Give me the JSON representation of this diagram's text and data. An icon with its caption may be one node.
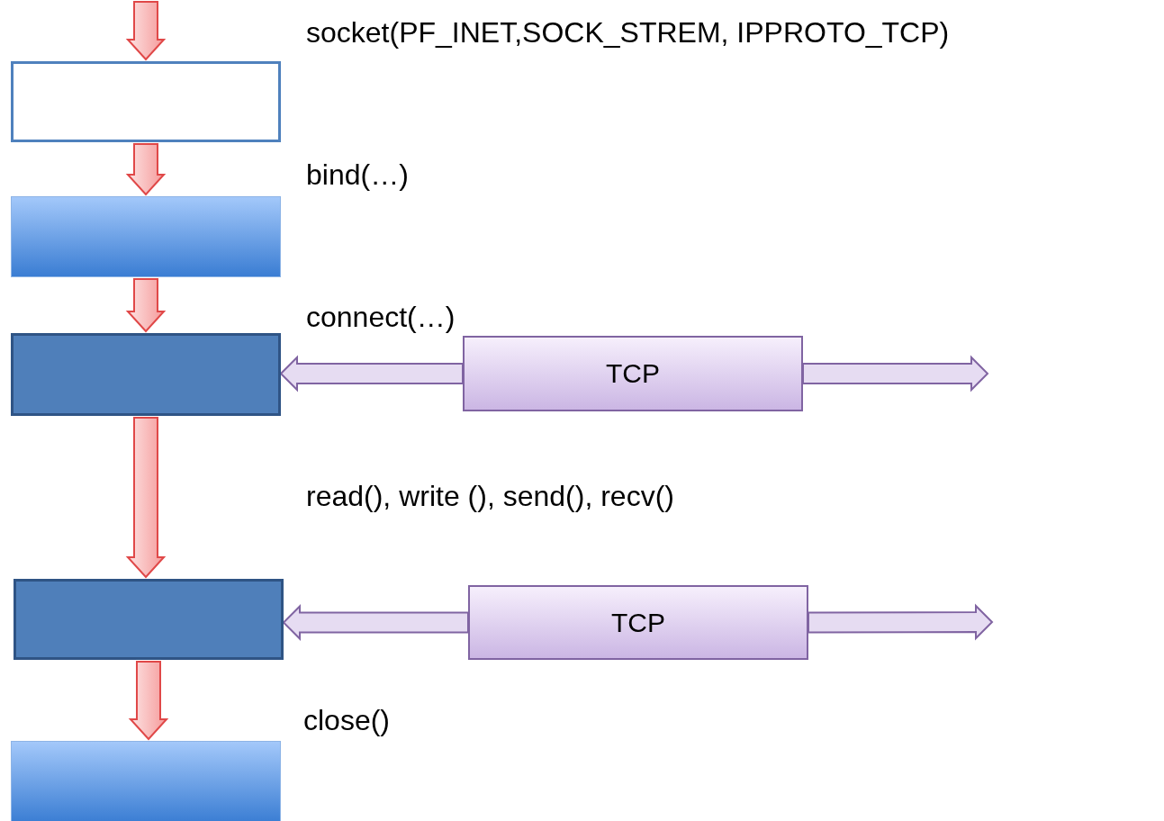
{
  "diagram": {
    "nodes": [
      {
        "text": [],
        "shape": "box"
      },
      {
        "text": [],
        "shape": "box"
      },
      {
        "text": [],
        "shape": "box"
      },
      {
        "text": [
          "TCP"
        ]
      },
      {
        "text": [],
        "shape": "box"
      },
      {
        "text": [
          "TCP"
        ]
      },
      {
        "text": [],
        "shape": "box"
      }
    ],
    "edges": [
      {
        "from": null,
        "to": 0,
        "arrow": "to"
      },
      {
        "from": 0,
        "to": 1,
        "arrow": "to"
      },
      {
        "from": 1,
        "to": 2,
        "arrow": "to"
      },
      {
        "from": 3,
        "to": 2,
        "arrow": "to",
        "color": "#8064a2"
      },
      {
        "from": 3,
        "to": null,
        "arrow": "to",
        "color": "#8064a2"
      },
      {
        "from": 2,
        "to": 4,
        "arrow": "to"
      },
      {
        "from": 5,
        "to": 4,
        "arrow": "to",
        "color": "#8064a2"
      },
      {
        "from": 5,
        "to": null,
        "arrow": "to",
        "color": "#8064a2"
      },
      {
        "from": 4,
        "to": 6,
        "arrow": "to"
      }
    ],
    "labels": [
      "socket(PF_INET,SOCK_STREM, IPPROTO_TCP)",
      "bind(…)",
      "connect(…)",
      "read(), write (), send(), recv()",
      "close()"
    ]
  }
}
